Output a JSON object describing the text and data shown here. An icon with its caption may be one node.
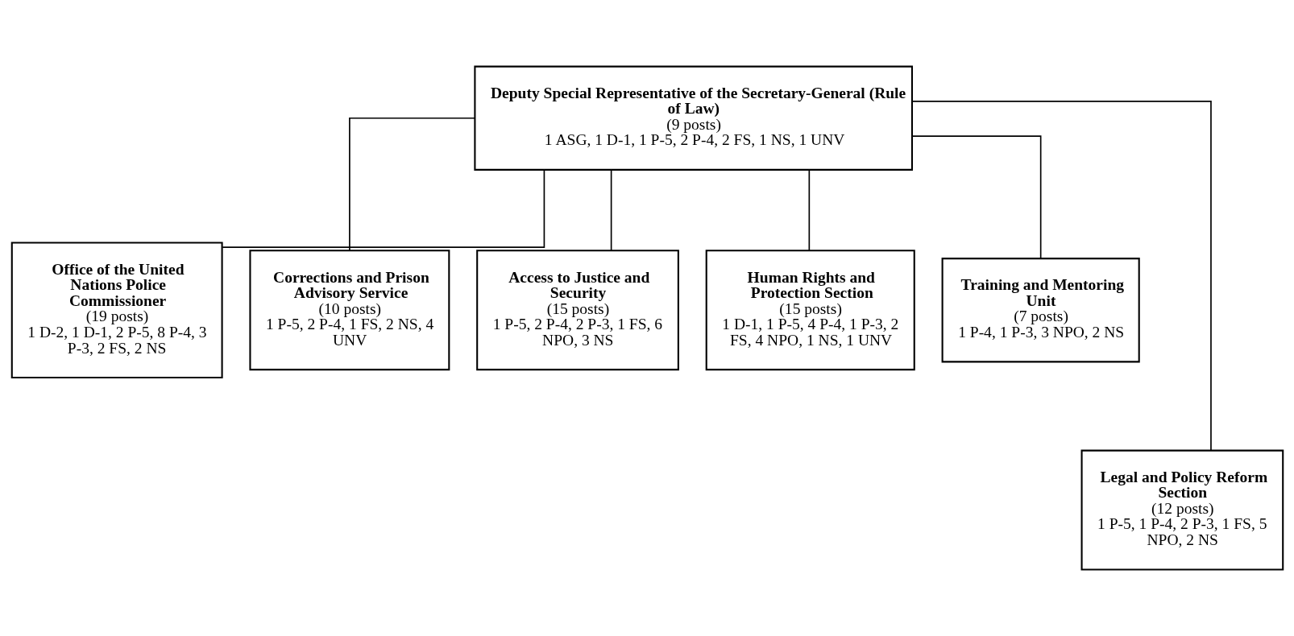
{
  "diagram": {
    "nodes": [
      {
        "text": [
          "Deputy Special Representative of the Secretary-General (Rule of Law)",
          "(9 posts)",
          "1 ASG, 1 D-1, 1 P-5, 2 P-4, 2 FS, 1 NS, 1 UNV"
        ]
      },
      {
        "text": [
          "Office of the United Nations Police Commissioner",
          "(19 posts)",
          "1 D-2, 1 D-1, 2 P-5, 8 P-4, 3 P-3, 2 FS, 2 NS"
        ]
      },
      {
        "text": [
          "Corrections and Prison Advisory Service",
          "(10 posts)",
          "1 P-5, 2 P-4, 1 FS, 2 NS, 4 UNV"
        ]
      },
      {
        "text": [
          "Access to Justice and Security",
          "(15 posts)",
          "1 P-5, 2 P-4, 2 P-3, 1 FS, 6 NPO, 3 NS"
        ]
      },
      {
        "text": [
          "Human Rights and Protection Section",
          "(15 posts)",
          "1 D-1, 1 P-5, 4 P-4, 1 P-3, 2 FS, 4 NPO, 1 NS, 1 UNV"
        ]
      },
      {
        "text": [
          "Training and Mentoring Unit",
          "(7 posts)",
          "1 P-4, 1 P-3, 3 NPO, 2 NS"
        ]
      },
      {
        "text": [
          "Legal and Policy Reform Section",
          "(12 posts)",
          "1 P-5, 1 P-4, 2 P-3, 1 FS, 5 NPO, 2 NS"
        ]
      }
    ],
    "edges": [
      {
        "from": 0,
        "to": 1,
        "arrow": "none"
      },
      {
        "from": 0,
        "to": 6,
        "arrow": "none"
      },
      {
        "from": 0,
        "to": 2,
        "arrow": "none"
      },
      {
        "from": 0,
        "to": 3,
        "arrow": "none"
      },
      {
        "from": 0,
        "to": 4,
        "arrow": "none"
      },
      {
        "from": 0,
        "to": 5,
        "arrow": "none"
      }
    ]
  }
}
